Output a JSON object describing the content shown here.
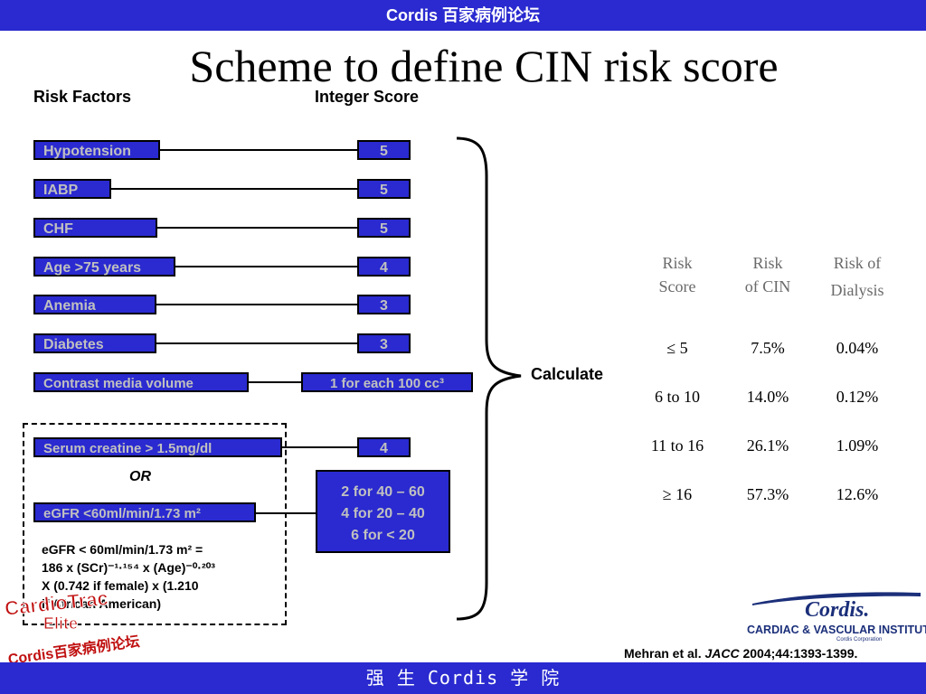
{
  "header": {
    "banner": "Cordis 百家病例论坛"
  },
  "footer": {
    "banner": "强 生 Cordis 学 院"
  },
  "title": "Scheme to define CIN risk score",
  "columns": {
    "risk_factors": "Risk Factors",
    "integer_score": "Integer Score"
  },
  "factors": [
    {
      "label": "Hypotension",
      "score": "5"
    },
    {
      "label": "IABP",
      "score": "5"
    },
    {
      "label": "CHF",
      "score": "5"
    },
    {
      "label": "Age >75 years",
      "score": "4"
    },
    {
      "label": "Anemia",
      "score": "3"
    },
    {
      "label": "Diabetes",
      "score": "3"
    },
    {
      "label": "Contrast media volume",
      "score": "1 for each 100 cc³"
    }
  ],
  "renal": {
    "serum": {
      "label": "Serum creatine > 1.5mg/dl",
      "score": "4"
    },
    "or": "OR",
    "egfr": {
      "label": "eGFR <60ml/min/1.73 m²",
      "scores": [
        "2 for 40 – 60",
        "4 for 20 – 40",
        "6 for < 20"
      ]
    },
    "formula": {
      "line1": "eGFR < 60ml/min/1.73 m² =",
      "line2": "186 x (SCr)⁻¹·¹⁵⁴ x (Age)⁻⁰·²⁰³",
      "line3": "X (0.742 if female) x (1.210",
      "line4": "if African American)"
    }
  },
  "calculate": "Calculate",
  "table": {
    "headers": [
      {
        "line1": "Risk",
        "line2": "Score"
      },
      {
        "line1": "Risk",
        "line2": "of CIN"
      },
      {
        "line1": "Risk of",
        "line2": "Dialysis"
      }
    ],
    "rows": [
      {
        "score": "≤ 5",
        "cin": "7.5%",
        "dialysis": "0.04%"
      },
      {
        "score": "6 to 10",
        "cin": "14.0%",
        "dialysis": "0.12%"
      },
      {
        "score": "11 to 16",
        "cin": "26.1%",
        "dialysis": "1.09%"
      },
      {
        "score": "≥ 16",
        "cin": "57.3%",
        "dialysis": "12.6%"
      }
    ]
  },
  "citation": {
    "authors": "Mehran et al. ",
    "journal": "JACC",
    "details": " 2004;44:1393-1399."
  },
  "logo": {
    "brand": "Cordis.",
    "institute": "CARDIAC & VASCULAR INSTITUTE",
    "corp": "Cordis Corporation"
  },
  "watermark": {
    "line1": "CardioTrac",
    "line2": "Elite",
    "line3": "Cordis百家病例论坛"
  },
  "colors": {
    "banner": "#2a2ad0",
    "box_text": "#c0c0c0",
    "watermark": "#c01010"
  }
}
